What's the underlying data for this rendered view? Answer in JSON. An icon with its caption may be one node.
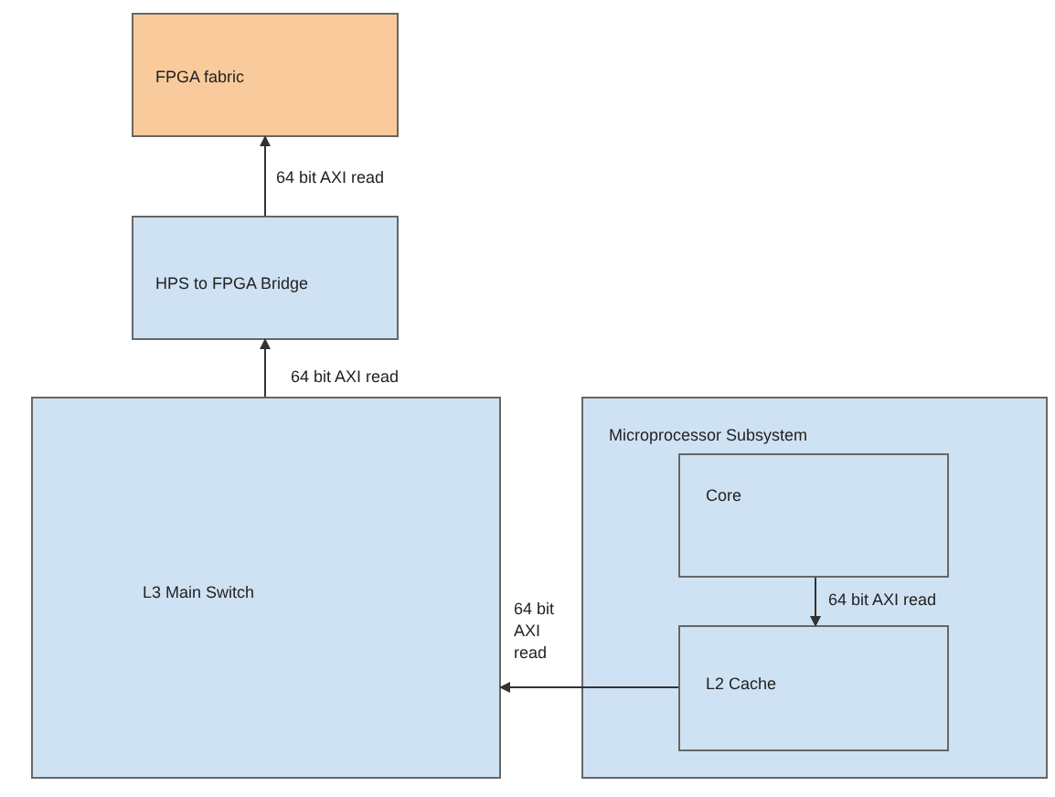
{
  "diagram": {
    "nodes": [
      {
        "text": [
          "FPGA fabric"
        ]
      },
      {
        "text": [
          "HPS to FPGA Bridge"
        ]
      },
      {
        "text": [
          "L3 Main Switch"
        ]
      },
      {
        "text": [
          "Microprocessor Subsystem"
        ]
      },
      {
        "text": [
          "Core"
        ],
        "in": 3
      },
      {
        "text": [
          "L2 Cache"
        ],
        "in": 3
      }
    ],
    "edges": [
      {
        "from": 1,
        "to": 0,
        "arrow": "to",
        "label": "64 bit AXI read"
      },
      {
        "from": 2,
        "to": 1,
        "arrow": "to",
        "label": "64 bit AXI read"
      },
      {
        "from": 4,
        "to": 5,
        "arrow": "to",
        "label": "64 bit AXI read"
      },
      {
        "from": 5,
        "to": 2,
        "arrow": "to",
        "label": "64 bit AXI read"
      }
    ]
  }
}
